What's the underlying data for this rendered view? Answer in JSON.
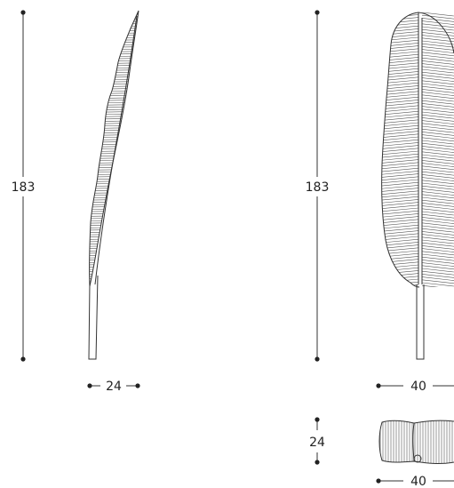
{
  "dimensions": {
    "side_view_height": "183",
    "side_view_width": "24",
    "front_view_height": "183",
    "front_view_width": "40",
    "top_view_depth": "24",
    "top_view_width": "40"
  },
  "colors": {
    "line": "#333333",
    "background": "#ffffff"
  }
}
